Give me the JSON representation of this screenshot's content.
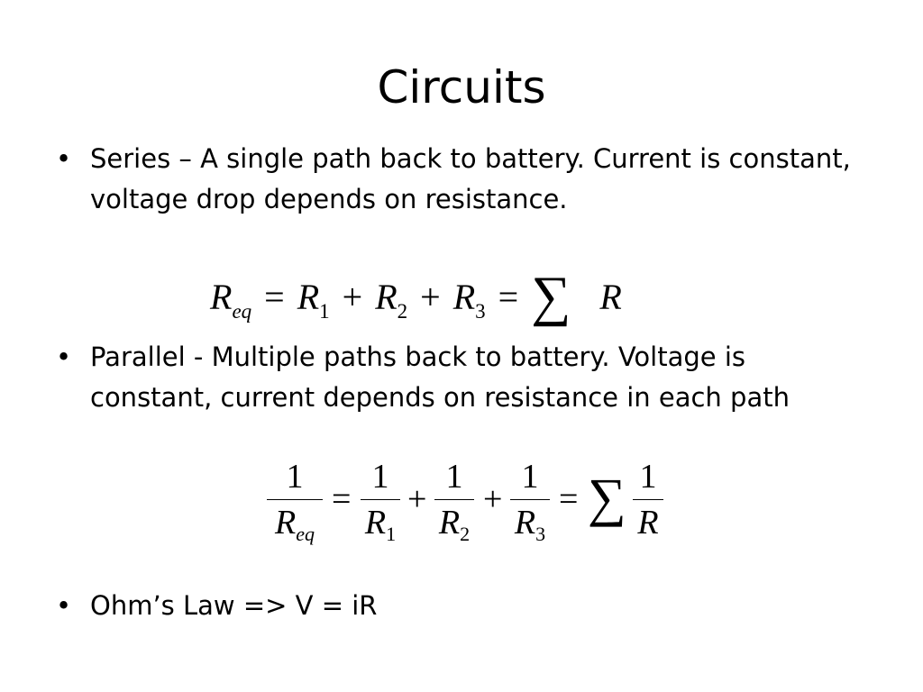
{
  "slide": {
    "title": "Circuits",
    "bullets": [
      {
        "marker": "•",
        "text": "Series – A single path back to battery.  Current is constant, voltage drop depends on resistance."
      },
      {
        "marker": "•",
        "text": "Parallel - Multiple paths back to battery.  Voltage is constant, current depends on resistance in each path"
      },
      {
        "marker": "•",
        "text": "Ohm’s Law => V = iR"
      }
    ],
    "series_equation": {
      "lhs_var": "R",
      "lhs_sub": "eq",
      "eq1": "=",
      "t1_var": "R",
      "t1_sub": "1",
      "plus1": "+",
      "t2_var": "R",
      "t2_sub": "2",
      "plus2": "+",
      "t3_var": "R",
      "t3_sub": "3",
      "eq2": "=",
      "sigma": "∑",
      "sum_var": "R"
    },
    "parallel_equation": {
      "one": "1",
      "lhs_var": "R",
      "lhs_sub": "eq",
      "eq1": "=",
      "t1_var": "R",
      "t1_sub": "1",
      "plus1": "+",
      "t2_var": "R",
      "t2_sub": "2",
      "plus2": "+",
      "t3_var": "R",
      "t3_sub": "3",
      "eq2": "=",
      "sigma": "∑",
      "sum_var": "R"
    }
  }
}
